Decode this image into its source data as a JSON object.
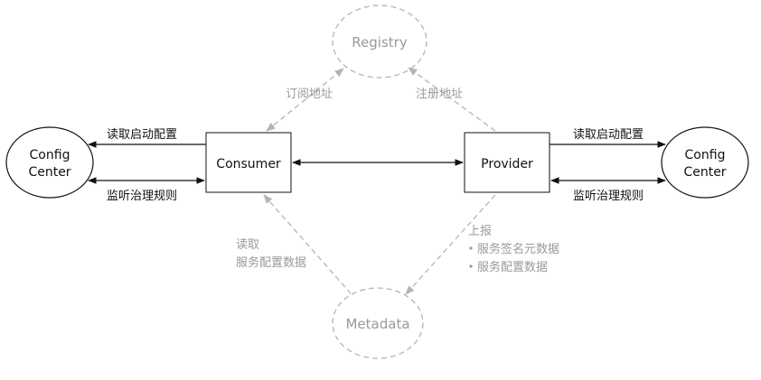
{
  "nodes": {
    "registry": "Registry",
    "metadata": "Metadata",
    "consumer": "Consumer",
    "provider": "Provider",
    "config_left": [
      "Config",
      "Center"
    ],
    "config_right": [
      "Config",
      "Center"
    ]
  },
  "labels": {
    "subscribe": "订阅地址",
    "register": "注册地址",
    "left_read_startup": "读取启动配置",
    "left_watch_rules": "监听治理规则",
    "right_read_startup": "读取启动配置",
    "right_watch_rules": "监听治理规则",
    "consumer_metadata": [
      "读取",
      "服务配置数据"
    ],
    "provider_report_title": "上报",
    "provider_report_items": [
      "服务签名元数据",
      "服务配置数据"
    ]
  },
  "colors": {
    "solid": "#111111",
    "dashed": "#b4b4b4",
    "muted_text": "#9a9a9a"
  }
}
